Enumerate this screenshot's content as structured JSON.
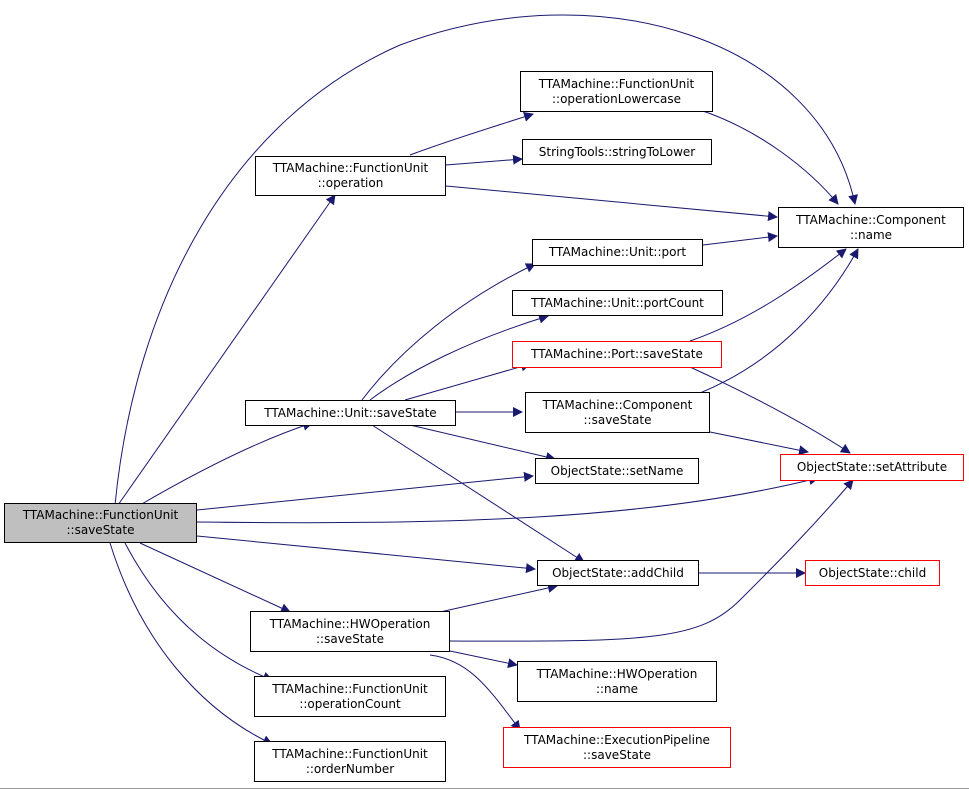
{
  "colors": {
    "edge": "#191970",
    "root_fill": "#bfbfbf",
    "linked_border": "#ff0000"
  },
  "nodes": {
    "root": {
      "line1": "TTAMachine::FunctionUnit",
      "line2": "::saveState"
    },
    "fu_oplower": {
      "line1": "TTAMachine::FunctionUnit",
      "line2": "::operationLowercase"
    },
    "string_tolower": {
      "line1": "StringTools::stringToLower"
    },
    "fu_operation": {
      "line1": "TTAMachine::FunctionUnit",
      "line2": "::operation"
    },
    "comp_name": {
      "line1": "TTAMachine::Component",
      "line2": "::name"
    },
    "unit_port": {
      "line1": "TTAMachine::Unit::port"
    },
    "unit_portcount": {
      "line1": "TTAMachine::Unit::portCount"
    },
    "port_savestate": {
      "line1": "TTAMachine::Port::saveState"
    },
    "unit_savestate": {
      "line1": "TTAMachine::Unit::saveState"
    },
    "comp_savestate": {
      "line1": "TTAMachine::Component",
      "line2": "::saveState"
    },
    "os_setattr": {
      "line1": "ObjectState::setAttribute"
    },
    "os_setname": {
      "line1": "ObjectState::setName"
    },
    "os_addchild": {
      "line1": "ObjectState::addChild"
    },
    "os_child": {
      "line1": "ObjectState::child"
    },
    "hwop_savestate": {
      "line1": "TTAMachine::HWOperation",
      "line2": "::saveState"
    },
    "hwop_name": {
      "line1": "TTAMachine::HWOperation",
      "line2": "::name"
    },
    "fu_opcount": {
      "line1": "TTAMachine::FunctionUnit",
      "line2": "::operationCount"
    },
    "exec_savestate": {
      "line1": "TTAMachine::ExecutionPipeline",
      "line2": "::saveState"
    },
    "fu_ordernum": {
      "line1": "TTAMachine::FunctionUnit",
      "line2": "::orderNumber"
    }
  }
}
